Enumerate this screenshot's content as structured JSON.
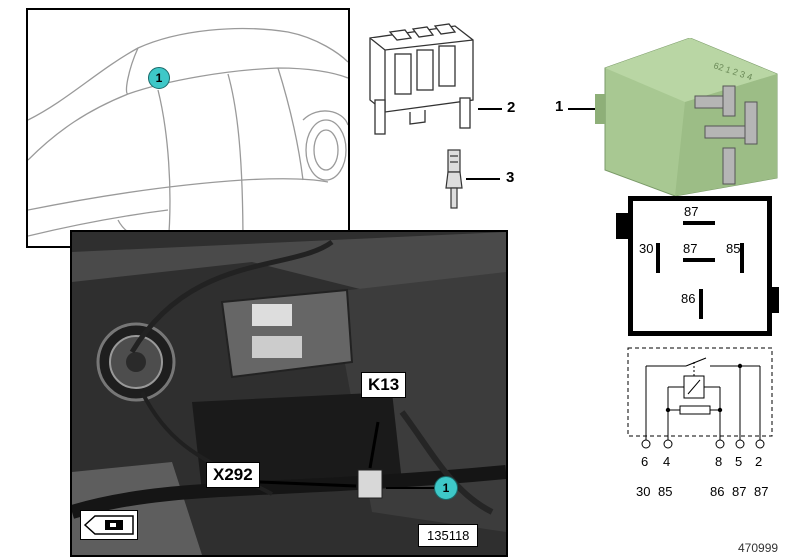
{
  "callouts": {
    "car_ref": "1",
    "photo_ref": "1",
    "relay": "1",
    "socket": "2",
    "terminal": "3"
  },
  "photo": {
    "k13": "K13",
    "x292": "X292",
    "code": "135118"
  },
  "pinout": {
    "t87_top": "87",
    "t30": "30",
    "t87_mid": "87",
    "t85": "85",
    "t86": "86"
  },
  "schematic": {
    "pins": [
      "6",
      "4",
      "8",
      "5",
      "2"
    ],
    "terminals": [
      "30",
      "85",
      "86",
      "87",
      "87"
    ]
  },
  "relay_color": "#a8c892",
  "callout_color": "#3ec8c8",
  "diagram_id": "470999"
}
